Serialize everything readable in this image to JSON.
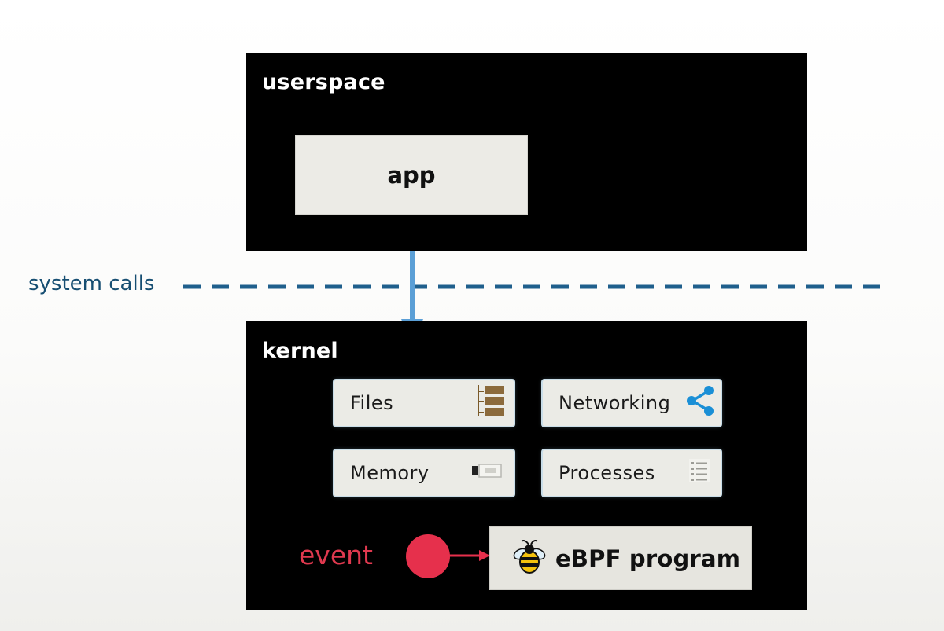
{
  "userspace": {
    "title": "userspace",
    "app_label": "app"
  },
  "boundary": {
    "label": "system calls",
    "line_color": "#1f5f8c",
    "arrow_color": "#5b9fd6"
  },
  "kernel": {
    "title": "kernel",
    "components": [
      {
        "label": "Files",
        "icon": "file-tree-icon"
      },
      {
        "label": "Networking",
        "icon": "share-network-icon"
      },
      {
        "label": "Memory",
        "icon": "memory-chip-icon"
      },
      {
        "label": "Processes",
        "icon": "process-list-icon"
      }
    ],
    "event_label": "event",
    "event_color": "#e6304c",
    "ebpf_label": "eBPF program",
    "ebpf_icon": "bee-icon"
  }
}
